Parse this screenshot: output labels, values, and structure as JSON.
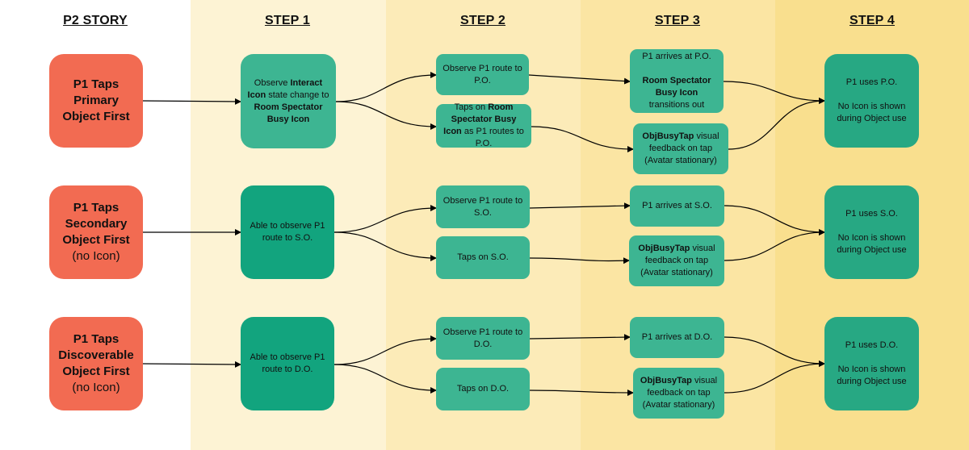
{
  "headers": {
    "story": "P2 STORY",
    "step1": "STEP 1",
    "step2": "STEP 2",
    "step3": "STEP 3",
    "step4": "STEP 4"
  },
  "colors": {
    "col_step1": "#fdf3d4",
    "col_step2": "#fcebb8",
    "col_step3": "#fbe5a3",
    "col_step4": "#f9df8e",
    "story_box": "#f26b52",
    "step_box": "#3db592",
    "step_box_dark": "#12a47e"
  },
  "rows": [
    {
      "story": {
        "line1": "P1 Taps",
        "line2": "Primary",
        "line3": "Object First",
        "sub": ""
      },
      "step1": {
        "pre": "Observe ",
        "b1": "Interact Icon",
        "mid": " state change to ",
        "b2": "Room Spectator Busy Icon"
      },
      "step2a": {
        "text": "Observe P1 route to P.O."
      },
      "step2b": {
        "pre": "Taps on ",
        "b1": "Room Spectator Busy Icon",
        "post": " as P1 routes to P.O."
      },
      "step3a": {
        "line1": "P1 arrives at P.O.",
        "b1": "Room Spectator Busy Icon",
        "post": "transitions out"
      },
      "step3b": {
        "b1": "ObjBusyTap",
        "post": " visual feedback on tap (Avatar stationary)"
      },
      "step4": {
        "line1": "P1 uses P.O.",
        "line2": "No Icon is shown during Object use"
      }
    },
    {
      "story": {
        "line1": "P1 Taps",
        "line2": "Secondary",
        "line3": "Object First",
        "sub": "(no Icon)"
      },
      "step1": {
        "text": "Able to observe P1 route to S.O."
      },
      "step2a": {
        "text": "Observe P1 route to S.O."
      },
      "step2b": {
        "text": "Taps on S.O."
      },
      "step3a": {
        "line1": "P1 arrives at S.O."
      },
      "step3b": {
        "b1": "ObjBusyTap",
        "post": " visual feedback on tap (Avatar stationary)"
      },
      "step4": {
        "line1": "P1 uses S.O.",
        "line2": "No Icon is shown during Object use"
      }
    },
    {
      "story": {
        "line1": "P1 Taps",
        "line2": "Discoverable",
        "line3": "Object First",
        "sub": "(no Icon)"
      },
      "step1": {
        "text": "Able to observe P1 route to D.O."
      },
      "step2a": {
        "text": "Observe P1 route to D.O."
      },
      "step2b": {
        "text": "Taps on D.O."
      },
      "step3a": {
        "line1": "P1 arrives at D.O."
      },
      "step3b": {
        "b1": "ObjBusyTap",
        "post": " visual feedback on tap (Avatar stationary)"
      },
      "step4": {
        "line1": "P1 uses D.O.",
        "line2": "No Icon is shown during Object use"
      }
    }
  ]
}
